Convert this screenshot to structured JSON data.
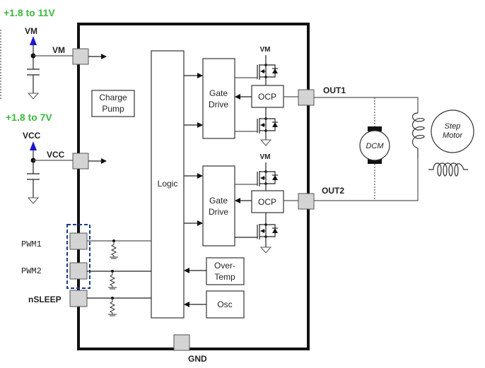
{
  "supplies": {
    "vm_range": "+1.8 to 11V",
    "vcc_range": "+1.8 to 7V",
    "vm_source_label": "VM",
    "vcc_source_label": "VCC"
  },
  "pins": {
    "vm": "VM",
    "vcc": "VCC",
    "pwm1": "PWM1",
    "pwm2": "PWM2",
    "nsleep": "nSLEEP",
    "gnd": "GND",
    "out1": "OUT1",
    "out2": "OUT2"
  },
  "blocks": {
    "charge_pump": [
      "Charge",
      "Pump"
    ],
    "logic": "Logic",
    "gate_drive_1": [
      "Gate",
      "Drive"
    ],
    "gate_drive_2": [
      "Gate",
      "Drive"
    ],
    "ocp_1": "OCP",
    "ocp_2": "OCP",
    "over_temp": [
      "Over-",
      "Temp"
    ],
    "osc": "Osc"
  },
  "bridge": {
    "vm_label_1": "VM",
    "vm_label_2": "VM"
  },
  "loads": {
    "dc_motor": "DCM",
    "step_motor": [
      "Step",
      "Motor"
    ]
  },
  "colors": {
    "supply_text": "#3cba3c",
    "supply_arrow": "#1a1acc",
    "highlight_box": "#1a3c8c",
    "pin_fill": "#d4d4d4"
  }
}
